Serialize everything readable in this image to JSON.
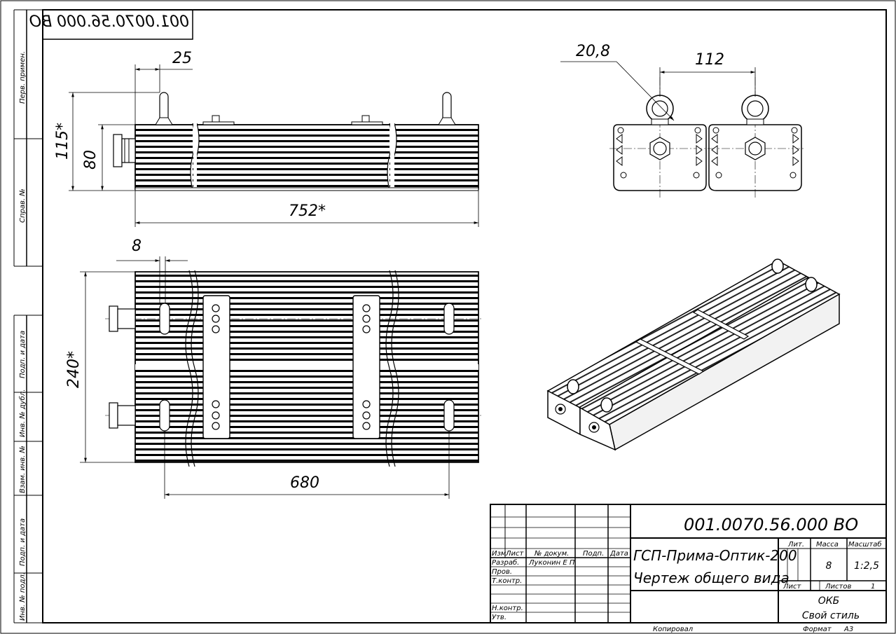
{
  "drawing": {
    "code": "001.0070.56.000 ВО",
    "code_rotated": "001.0070.56.000 ВО",
    "product_name": "ГСП-Прима-Оптик-200",
    "document_title": "Чертеж общего вида",
    "company_line1": "ОКБ",
    "company_line2": "Свой стиль",
    "copied_label": "Копировал",
    "format_label": "Формат",
    "format_value": "А3"
  },
  "side_strip": {
    "perv_primen": "Перв. примен.",
    "sprav_no": "Справ. №",
    "podp_data_1": "Подп. и дата",
    "inv_no_dubl": "Инв. № дубл.",
    "vzam_inv_no": "Взам. инв. №",
    "podp_data_2": "Подп. и дата",
    "inv_no_podl": "Инв. № подл."
  },
  "title_block": {
    "headers": {
      "izm": "Изм",
      "list": "Лист",
      "no_dokum": "№ докум.",
      "podp": "Подп.",
      "data": "Дата",
      "lit": "Лит.",
      "massa": "Масса",
      "masshtab": "Масштаб",
      "list_label": "Лист",
      "listov_label": "Листов"
    },
    "roles": {
      "razrab": "Разраб.",
      "prov": "Пров.",
      "t_kontr": "Т.контр.",
      "n_kontr": "Н.контр.",
      "utv": "Утв."
    },
    "developer": "Луконин Е П",
    "mass": "8",
    "scale": "1:2,5",
    "sheets_total": "1"
  },
  "dimensions": {
    "front_top_offset": "25",
    "front_overall_height": "115*",
    "front_body_height": "80",
    "front_overall_length": "752*",
    "end_eyebolt": "20,8",
    "end_spacing": "112",
    "plan_offset": "8",
    "plan_width": "240*",
    "plan_mount_spacing": "680"
  }
}
